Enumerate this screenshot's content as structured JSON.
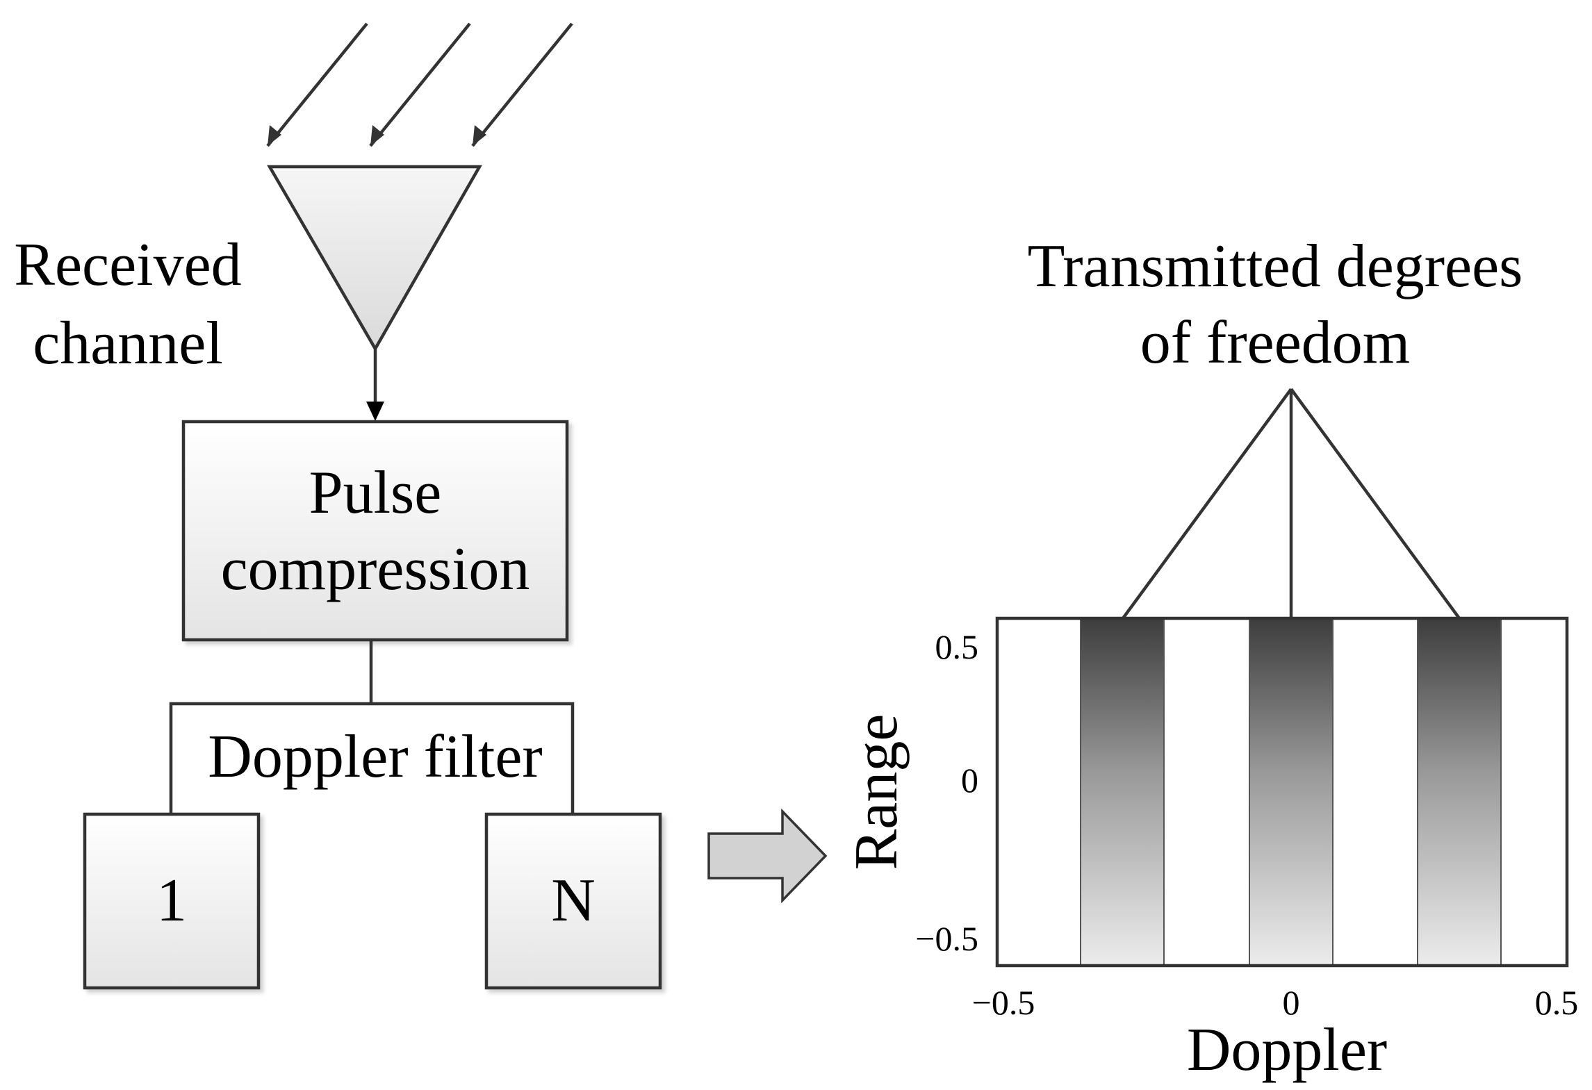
{
  "labels": {
    "received_line1": "Received",
    "received_line2": "channel",
    "pulse_line1": "Pulse",
    "pulse_line2": "compression",
    "doppler_filter": "Doppler filter",
    "box_first": "1",
    "box_last": "N",
    "dof_line1": "Transmitted degrees",
    "dof_line2": "of freedom"
  },
  "plot": {
    "ylabel": "Range",
    "xlabel": "Doppler",
    "x_ticks": [
      "−0.5",
      "0",
      "0.5"
    ],
    "y_ticks": [
      "0.5",
      "0",
      "−0.5"
    ]
  },
  "colors": {
    "stroke": "#333333",
    "box_fill_top": "#ffffff",
    "box_fill_bottom": "#e6e6e6",
    "band_dark": "#3d3d3d",
    "band_light": "#ececec"
  }
}
